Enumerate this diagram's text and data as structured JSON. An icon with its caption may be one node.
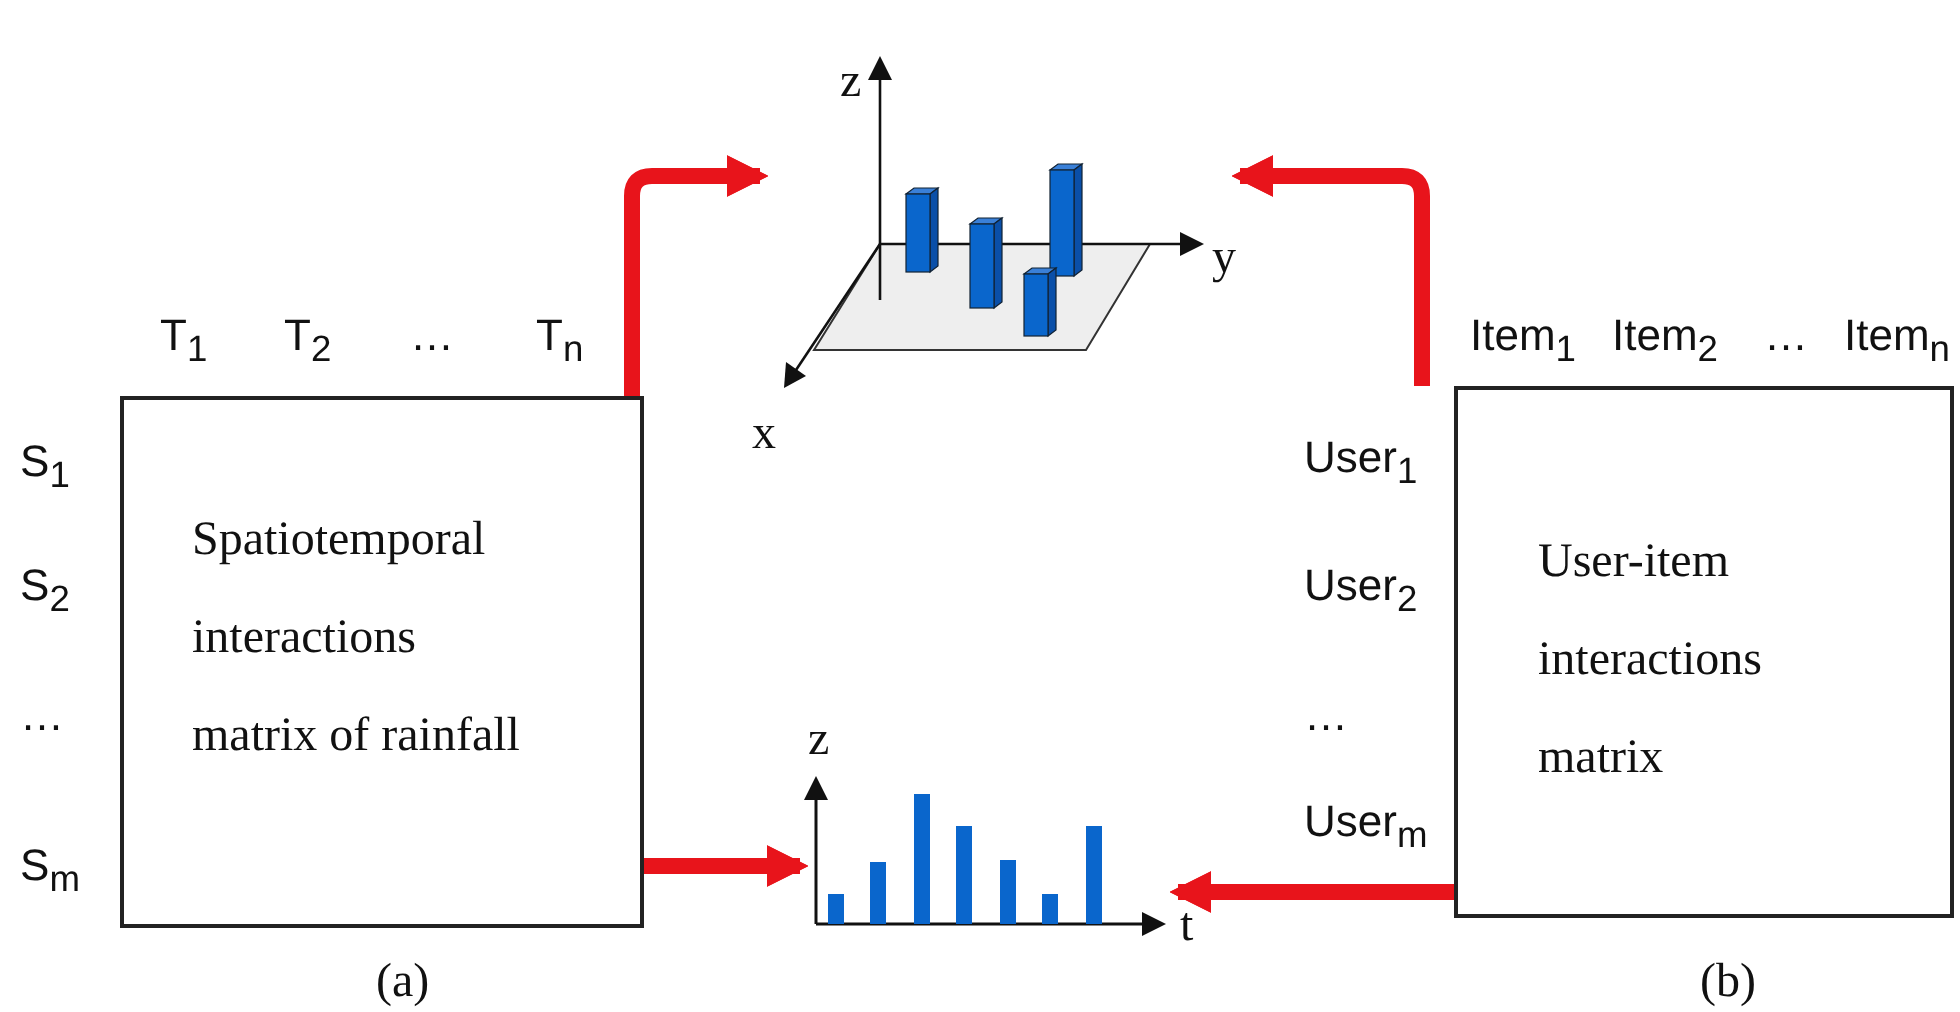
{
  "diagram": {
    "nodes": [
      {
        "text": [
          "Spatiotemporal interactions matrix of rainfall"
        ],
        "beside": [
          "(a)"
        ]
      },
      {
        "text": [],
        "shape": "picture"
      },
      {
        "text": [],
        "shape": "picture"
      },
      {
        "text": [
          "User-item interactions matrix"
        ],
        "beside": [
          "(b)"
        ]
      }
    ],
    "edges": [
      {
        "from": 0,
        "to": 1,
        "arrow": "to"
      },
      {
        "from": 3,
        "to": 1,
        "arrow": "to"
      },
      {
        "from": 0,
        "to": 2,
        "arrow": "to"
      },
      {
        "from": 3,
        "to": 2,
        "arrow": "to"
      }
    ],
    "labels": [
      "z",
      "y",
      "x",
      "T$_{1}$",
      "T$_{2}$",
      "…",
      "T$_{n}$",
      "S$_{1}$",
      "S$_{2}$",
      "…",
      "S$_{m}$",
      "Item$_{1}$",
      "Item$_{2}$",
      "…",
      "Item$_{n}$",
      "User$_{1}$",
      "User$_{2}$",
      "…",
      "User$_{m}$",
      "z",
      "t"
    ]
  }
}
